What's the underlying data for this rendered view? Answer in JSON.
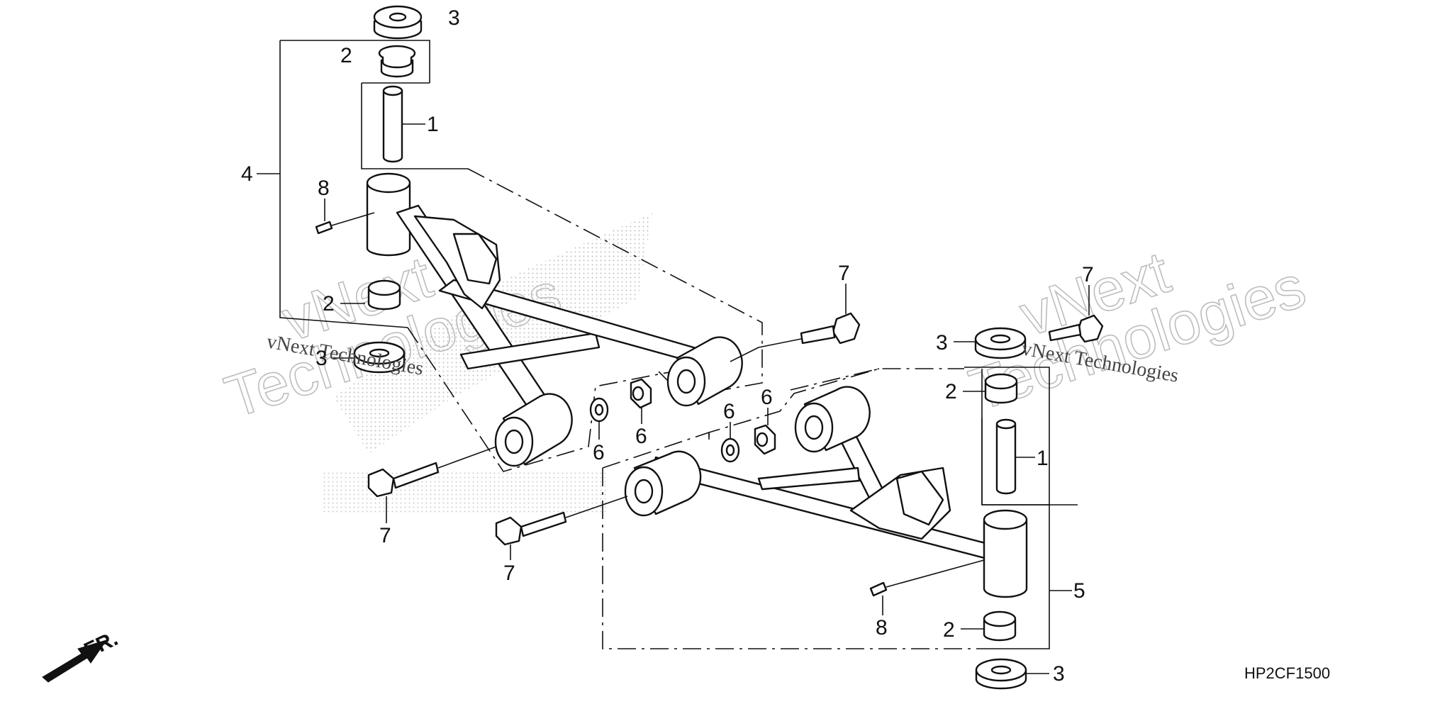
{
  "diagram": {
    "code": "HP2CF1500",
    "front_label": "FR.",
    "callouts": [
      {
        "id": "c-3-top",
        "text": "3"
      },
      {
        "id": "c-2-top",
        "text": "2"
      },
      {
        "id": "c-1-left",
        "text": "1"
      },
      {
        "id": "c-4",
        "text": "4"
      },
      {
        "id": "c-8-left",
        "text": "8"
      },
      {
        "id": "c-2-left-low",
        "text": "2"
      },
      {
        "id": "c-3-left-low",
        "text": "3"
      },
      {
        "id": "c-7-upper",
        "text": "7"
      },
      {
        "id": "c-6-a",
        "text": "6"
      },
      {
        "id": "c-6-b",
        "text": "6"
      },
      {
        "id": "c-6-c",
        "text": "6"
      },
      {
        "id": "c-6-d",
        "text": "6"
      },
      {
        "id": "c-7-left",
        "text": "7"
      },
      {
        "id": "c-7-mid",
        "text": "7"
      },
      {
        "id": "c-7-right",
        "text": "7"
      },
      {
        "id": "c-3-right",
        "text": "3"
      },
      {
        "id": "c-2-right",
        "text": "2"
      },
      {
        "id": "c-1-right",
        "text": "1"
      },
      {
        "id": "c-5",
        "text": "5"
      },
      {
        "id": "c-8-right",
        "text": "8"
      },
      {
        "id": "c-2-right-low",
        "text": "2"
      },
      {
        "id": "c-3-right-low",
        "text": "3"
      }
    ],
    "watermarks": [
      {
        "id": "wm-left",
        "line1": "vNext",
        "line2": "Technologies",
        "caption": "vNext Technologies"
      },
      {
        "id": "wm-right",
        "line1": "vNext",
        "line2": "Technologies",
        "caption": "vNext Technologies"
      }
    ]
  }
}
